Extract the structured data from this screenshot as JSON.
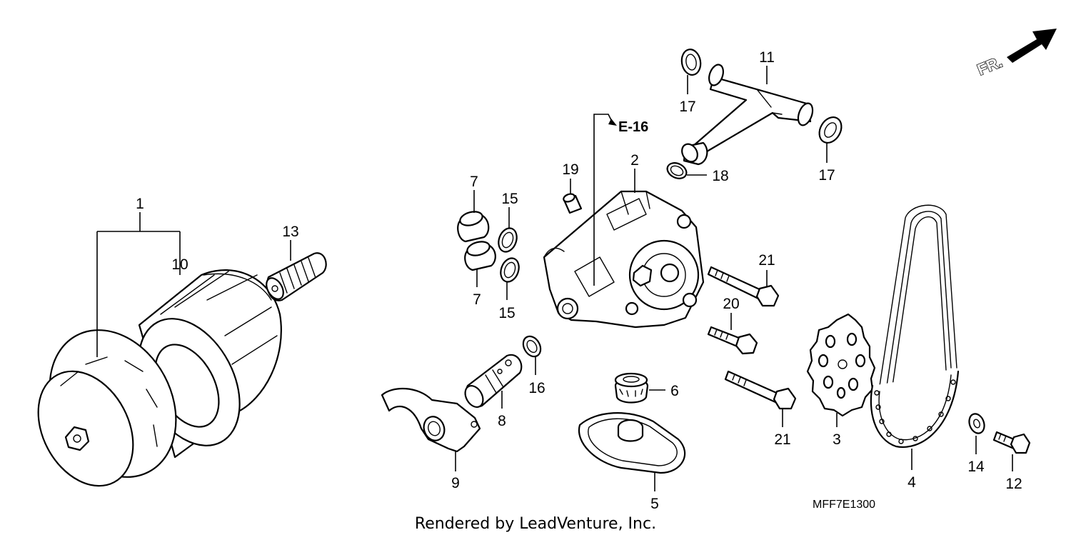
{
  "diagram": {
    "reference_label": "E-16",
    "direction_label": "FR.",
    "drawing_code": "MFF7E1300",
    "credit": "Rendered by LeadVenture, Inc.",
    "callouts": {
      "c1": "1",
      "c10": "10",
      "c13": "13",
      "c7a": "7",
      "c7b": "7",
      "c15a": "15",
      "c15b": "15",
      "c19": "19",
      "c2": "2",
      "c11": "11",
      "c17a": "17",
      "c17b": "17",
      "c18": "18",
      "c21a": "21",
      "c21b": "21",
      "c20": "20",
      "c16": "16",
      "c8": "8",
      "c9": "9",
      "c6": "6",
      "c5": "5",
      "c3": "3",
      "c4": "4",
      "c14": "14",
      "c12": "12"
    }
  }
}
